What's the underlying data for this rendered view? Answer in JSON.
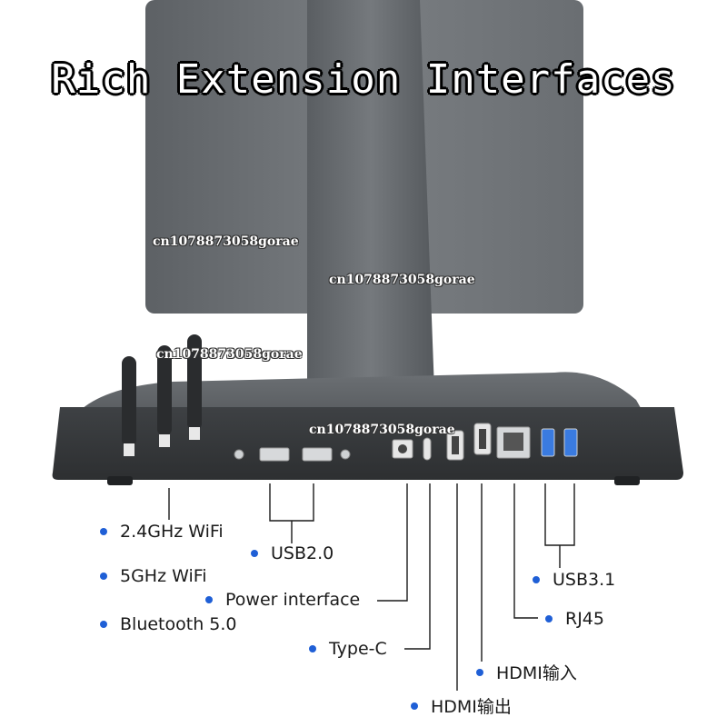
{
  "title": "Rich Extension Interfaces",
  "watermark": "cn1078873058gorae",
  "labels": {
    "wifi24": "2.4GHz WiFi",
    "wifi5": "5GHz WiFi",
    "bluetooth": "Bluetooth 5.0",
    "usb2": "USB2.0",
    "power": "Power interface",
    "typec": "Type-C",
    "hdmi_out": "HDMI输出",
    "hdmi_in": "HDMI输入",
    "rj45": "RJ45",
    "usb31": "USB3.1"
  },
  "colors": {
    "accent_dot": "#1f5fd6",
    "device_body": "#55595d",
    "screen_back": "#6f7377"
  }
}
